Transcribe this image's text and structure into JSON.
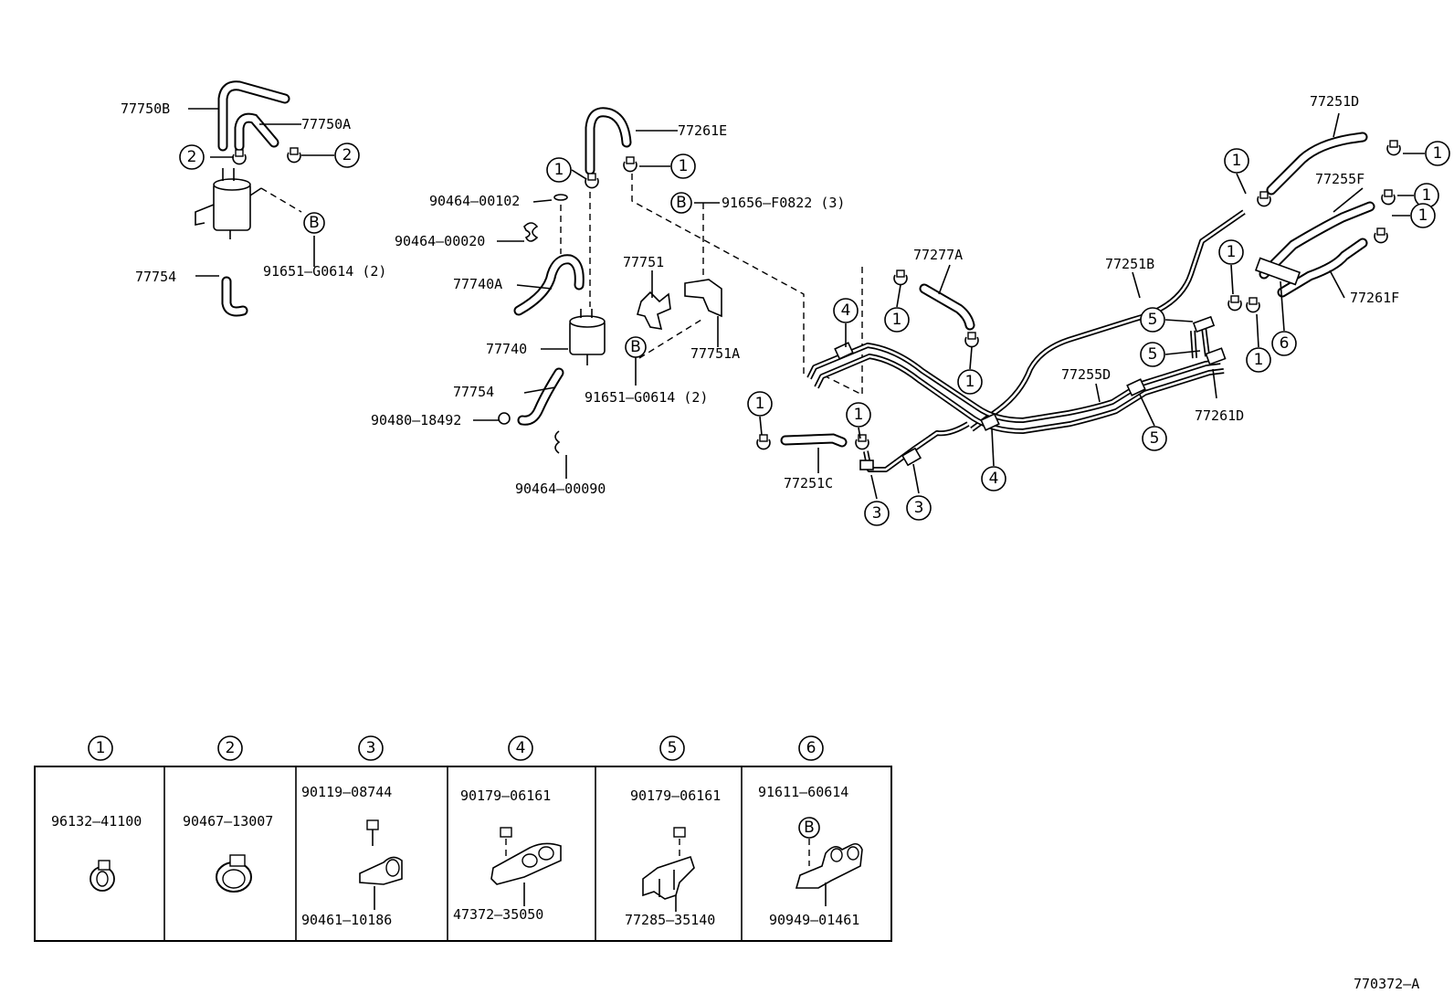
{
  "figure_id": "770372–A",
  "labels": {
    "p77750B": "77750B",
    "p77750A": "77750A",
    "p77754a": "77754",
    "p91651a": "91651–G0614 (2)",
    "p77261E": "77261E",
    "p90464_00102": "90464–00102",
    "p91656": "91656–F0822 (3)",
    "p90464_00020": "90464–00020",
    "p77751": "77751",
    "p77740A": "77740A",
    "p77740": "77740",
    "p77751A": "77751A",
    "p77754b": "77754",
    "p91651b": "91651–G0614 (2)",
    "p90480": "90480–18492",
    "p90464_00090": "90464–00090",
    "p77277A": "77277A",
    "p77251C": "77251C",
    "p77251D": "77251D",
    "p77255F": "77255F",
    "p77251B": "77251B",
    "p77261F": "77261F",
    "p77255D": "77255D",
    "p77261D": "77261D"
  },
  "callouts": {
    "one": "1",
    "two": "2",
    "three": "3",
    "four": "4",
    "five": "5",
    "six": "6",
    "bolt": "B"
  },
  "legend": [
    {
      "key": "1",
      "part_top": "96132–41100",
      "part_bottom": ""
    },
    {
      "key": "2",
      "part_top": "90467–13007",
      "part_bottom": ""
    },
    {
      "key": "3",
      "part_top": "90119–08744",
      "part_bottom": "90461–10186"
    },
    {
      "key": "4",
      "part_top": "90179–06161",
      "part_bottom": "47372–35050"
    },
    {
      "key": "5",
      "part_top": "90179–06161",
      "part_bottom": "77285–35140"
    },
    {
      "key": "6",
      "part_top": "91611–60614",
      "part_bottom": "90949–01461"
    }
  ]
}
